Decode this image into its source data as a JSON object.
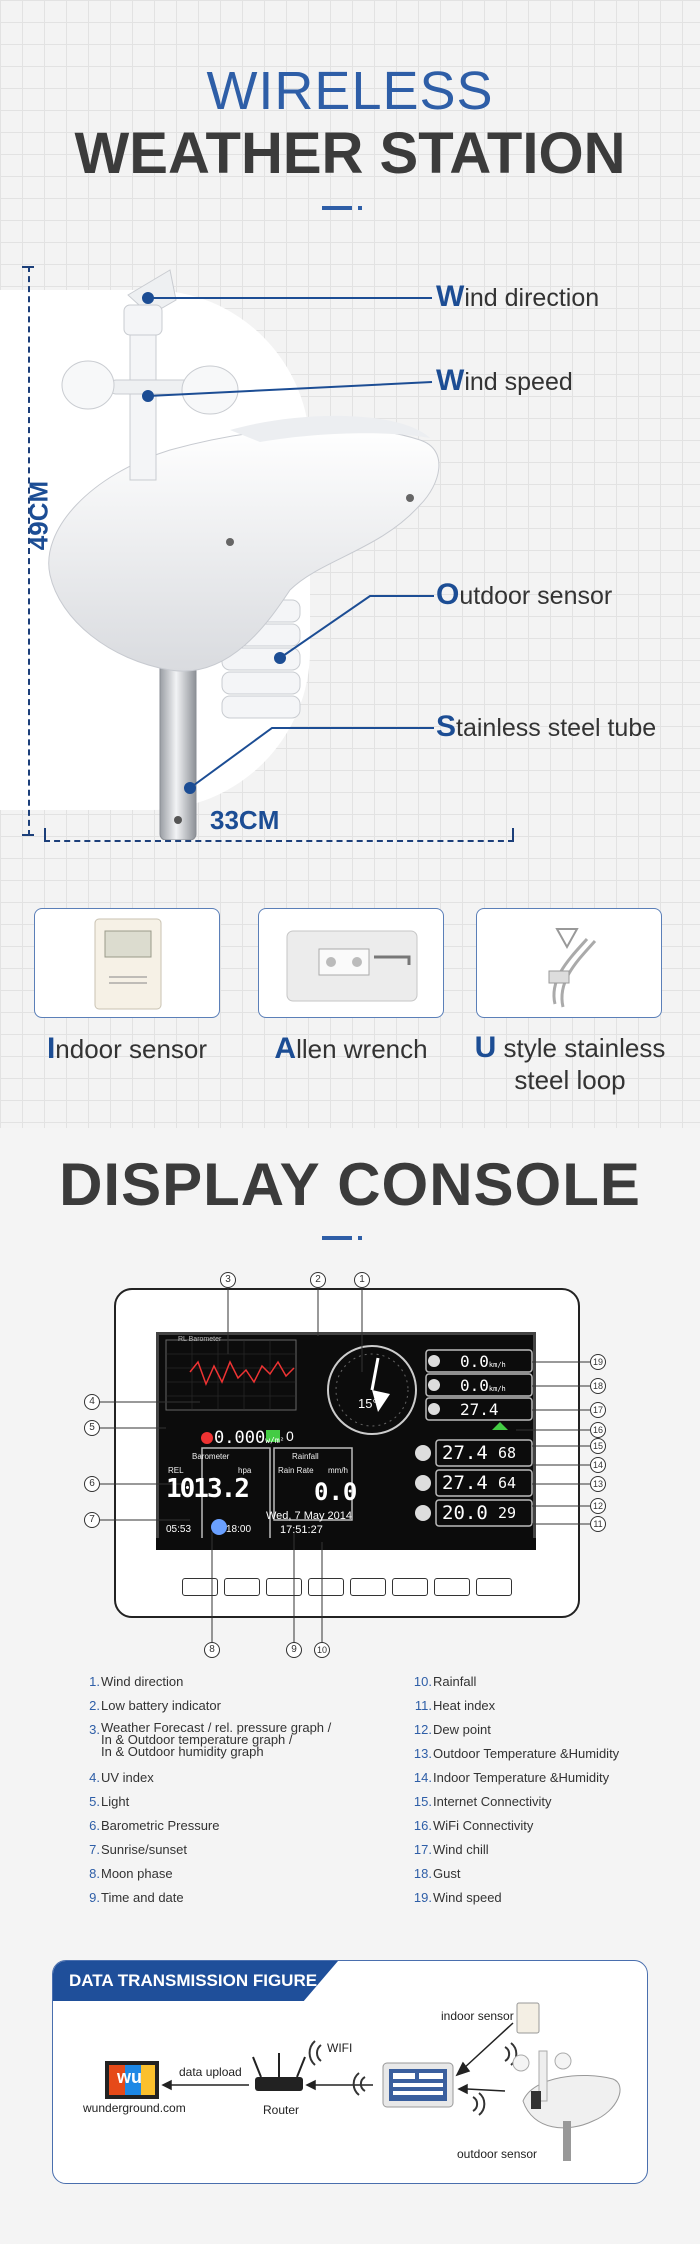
{
  "header": {
    "line1": "WIRELESS",
    "line2": "WEATHER STATION"
  },
  "dimensions": {
    "height": "49CM",
    "width": "33CM"
  },
  "callouts": [
    {
      "cap": "W",
      "rest": "ind direction"
    },
    {
      "cap": "W",
      "rest": "ind speed"
    },
    {
      "cap": "O",
      "rest": "utdoor sensor"
    },
    {
      "cap": "S",
      "rest": "tainless steel tube"
    }
  ],
  "accessories": [
    {
      "cap": "I",
      "rest": "ndoor sensor",
      "line2": ""
    },
    {
      "cap": "A",
      "rest": "llen wrench",
      "line2": ""
    },
    {
      "cap": "U",
      "rest": " style stainless",
      "line2": "steel loop"
    }
  ],
  "console": {
    "title": "DISPLAY CONSOLE",
    "screen": {
      "uv_value": "0.000",
      "uv_unit": "w/m²",
      "barometer_label": "Barometer",
      "rel_label": "REL",
      "hpa_label": "hpa",
      "pressure": "1013.2",
      "rainfall_label": "Rainfall",
      "rain_rate_label": "Rain Rate",
      "rain_unit": "mm/h",
      "rain_value": "0.0",
      "date": "Wed, 7 May 2014",
      "time": "17:51:27",
      "sunrise": "05:53",
      "sunset": "18:00",
      "wind_dir_value": "15°",
      "wind_speed": "0.0",
      "gust": "0.0",
      "kmh": "km/h",
      "wind_chill": "27.4",
      "outdoor_temp": "27.4",
      "outdoor_hum": "68",
      "indoor_temp": "27.4",
      "indoor_hum": "64",
      "dew_point": "20.0",
      "heat_index": "29",
      "light_value": "0",
      "graph_label": "RL Barometer"
    },
    "top_numbers": [
      "3",
      "2",
      "1"
    ],
    "left_numbers": [
      "4",
      "5",
      "6",
      "7"
    ],
    "right_numbers": [
      "19",
      "18",
      "17",
      "16",
      "15",
      "14",
      "13",
      "12",
      "11"
    ],
    "bottom_numbers": [
      "8",
      "9",
      "10"
    ]
  },
  "legend_left": [
    {
      "n": "1.",
      "t": "Wind direction"
    },
    {
      "n": "2.",
      "t": "Low battery indicator"
    },
    {
      "n": "3.",
      "t": "Weather Forecast / rel. pressure graph /\nIn & Outdoor temperature graph /\nIn & Outdoor humidity graph"
    },
    {
      "n": "4.",
      "t": "UV index"
    },
    {
      "n": "5.",
      "t": "Light"
    },
    {
      "n": "6.",
      "t": "Barometric Pressure"
    },
    {
      "n": "7.",
      "t": "Sunrise/sunset"
    },
    {
      "n": "8.",
      "t": "Moon phase"
    },
    {
      "n": "9.",
      "t": "Time and date"
    }
  ],
  "legend_right": [
    {
      "n": "10.",
      "t": "Rainfall"
    },
    {
      "n": "11.",
      "t": "Heat index"
    },
    {
      "n": "12.",
      "t": "Dew point"
    },
    {
      "n": "13.",
      "t": "Outdoor Temperature &Humidity"
    },
    {
      "n": "14.",
      "t": "Indoor Temperature &Humidity"
    },
    {
      "n": "15.",
      "t": "Internet Connectivity"
    },
    {
      "n": "16.",
      "t": "WiFi Connectivity"
    },
    {
      "n": "17.",
      "t": "Wind chill"
    },
    {
      "n": "18.",
      "t": "Gust"
    },
    {
      "n": "19.",
      "t": "Wind speed"
    }
  ],
  "transmission": {
    "title": "DATA TRANSMISSION FIGURE",
    "indoor_sensor": "indoor sensor",
    "outdoor_sensor": "outdoor sensor",
    "wifi": "WIFI",
    "data_upload": "data upload",
    "router": "Router",
    "site": "wunderground.com",
    "logo_text": "wu"
  },
  "colors": {
    "brand_blue": "#1c4d94",
    "accent_blue": "#2e5ea7",
    "tab_blue": "#1f4f9a"
  }
}
